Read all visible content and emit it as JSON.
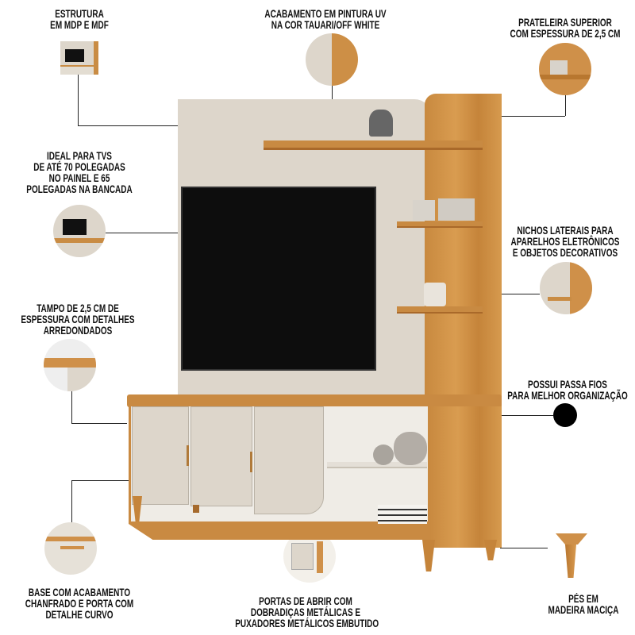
{
  "labels": {
    "structure": [
      "ESTRUTURA",
      "EM MDP E MDF"
    ],
    "finish": [
      "ACABAMENTO EM PINTURA UV",
      "NA COR TAUARI/OFF WHITE"
    ],
    "top_shelf": [
      "PRATELEIRA SUPERIOR",
      "COM ESPESSURA DE 2,5 CM"
    ],
    "tv_size": [
      "IDEAL PARA TVS",
      "DE ATÉ 70 POLEGADAS",
      "NO PAINEL E 65",
      "POLEGADAS NA BANCADA"
    ],
    "side_niches": [
      "NICHOS LATERAIS PARA",
      "APARELHOS ELETRÔNICOS",
      "E OBJETOS DECORATIVOS"
    ],
    "top_board": [
      "TAMPO DE 2,5 CM DE",
      "ESPESSURA COM DETALHES",
      "ARREDONDADOS"
    ],
    "cable_pass": [
      "POSSUI PASSA FIOS",
      "PARA MELHOR ORGANIZAÇÃO"
    ],
    "base": [
      "BASE COM ACABAMENTO",
      "CHANFRADO E PORTA COM",
      "DETALHE CURVO"
    ],
    "doors": [
      "PORTAS DE ABRIR COM",
      "DOBRADIÇAS METÁLICAS E",
      "PUXADORES METÁLICOS EMBUTIDO"
    ],
    "feet": [
      "PÉS EM",
      "MADEIRA MACIÇA"
    ]
  },
  "colors": {
    "wood": "#d0924a",
    "off_white": "#ddd6cb",
    "tv": "#0d0d0d"
  }
}
